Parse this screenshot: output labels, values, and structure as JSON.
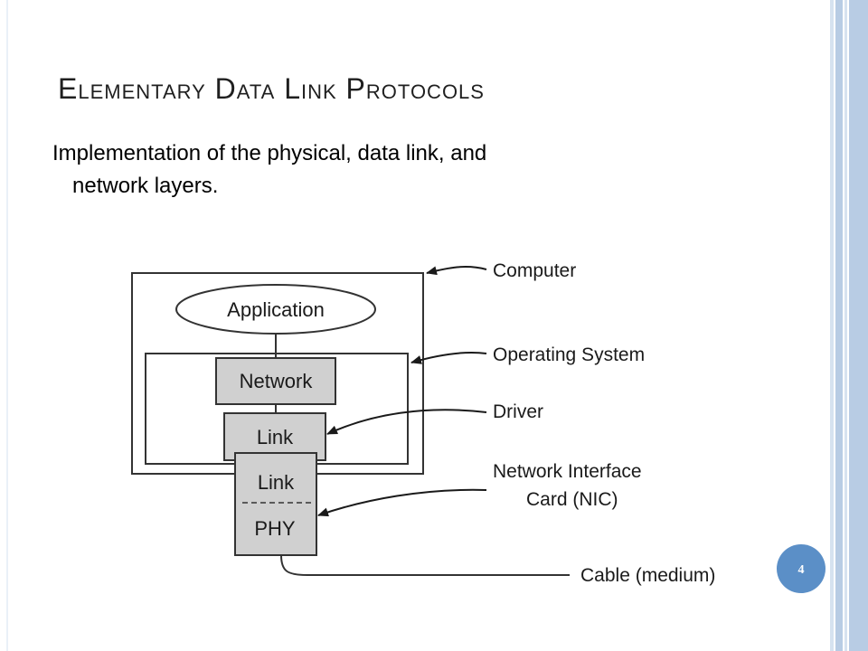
{
  "slide": {
    "title": "Elementary Data Link Protocols",
    "body_line1": "Implementation of the physical, data link, and",
    "body_line2": "network layers.",
    "page_number": "4"
  },
  "diagram": {
    "boxes": {
      "application": "Application",
      "network": "Network",
      "link_os": "Link",
      "link_nic": "Link",
      "phy": "PHY"
    },
    "labels": {
      "computer": "Computer",
      "operating_system": "Operating System",
      "driver": "Driver",
      "nic_line1": "Network Interface",
      "nic_line2": "Card (NIC)",
      "cable": "Cable (medium)"
    }
  },
  "colors": {
    "box_fill": "#d0d0d0",
    "stroke": "#333333",
    "side_band": "#b8cce4",
    "page_circle": "#5b8fc7"
  }
}
